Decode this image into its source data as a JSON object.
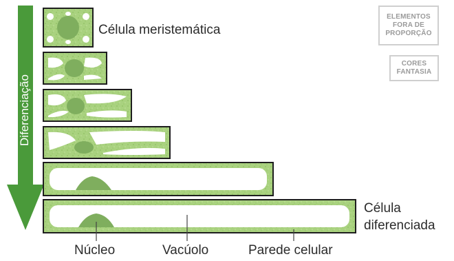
{
  "arrow": {
    "label": "Diferenciação",
    "color": "#4a9a3a"
  },
  "badges": {
    "proportion": "ELEMENTOS\nFORA DE\nPROPORÇÃO",
    "colors": "CORES\nFANTASIA"
  },
  "labels": {
    "meristematic_cell": "Célula meristemática",
    "differentiated_cell_line1": "Célula",
    "differentiated_cell_line2": "diferenciada",
    "nucleus": "Núcleo",
    "vacuole": "Vacúolo",
    "cell_wall": "Parede celular"
  },
  "colors": {
    "cell_wall": "#9ccb6e",
    "cytoplasm": "#a8d080",
    "nucleus": "#79a85a",
    "vacuole": "#ffffff",
    "outline": "#1e1e1e"
  }
}
